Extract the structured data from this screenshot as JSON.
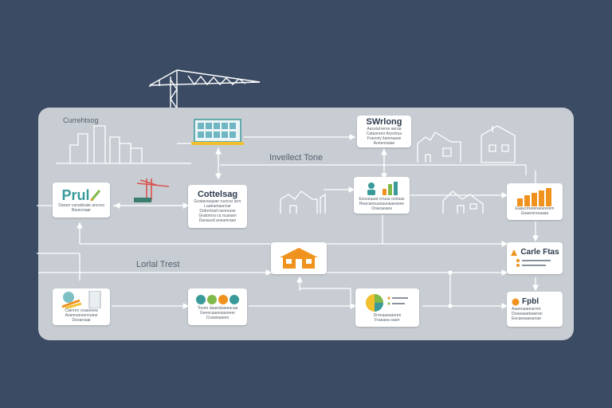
{
  "labels": {
    "top_left": "Currehtsog",
    "middle": "Invellect Tone",
    "lower_left": "Lorlal Trest"
  },
  "nodes": {
    "pnl": {
      "title": "Prul",
      "lines": [
        "Daraor canadicate ancrea",
        "Bauncoapr"
      ]
    },
    "cottelsag": {
      "title": "Cottelsag",
      "lines": [
        "Gratacoaquan ruurcar arro",
        "Laatramaarciar",
        "Dotrertrad rarnreuse",
        "Gratornra ca ncanam",
        "Danaced aneamraan"
      ]
    },
    "swirlong": {
      "title": "SWrlong",
      "lines": [
        "Aaceial ienre aeraa",
        "Cataoreeir Acestrua",
        "Frasroiy ilamnaaoe",
        "Aonenoaiae"
      ]
    },
    "team": {
      "lines": [
        "Esoseaaat crruua orolaas",
        "Reacaeeuunaunaaeanee",
        "Ooacaeaea"
      ]
    },
    "chart": {
      "lines": [
        "Eaaucrreeeraeurerem",
        "Goaerorsoaaae"
      ]
    },
    "house": {
      "lines": []
    },
    "cafe": {
      "title": "Carle Ftas",
      "lines": []
    },
    "tools": {
      "lines": [
        "Caerren coaaneea",
        "Aoannanoercoane",
        "Dooaroaai"
      ]
    },
    "icons": {
      "lines": [
        "Toonn daaesbaeeucaa",
        "Geeecaaeeaueeeer",
        "Craneiaaeeo"
      ]
    },
    "pie": {
      "lines": [
        "Dronaaeaaoree",
        "Fraeaea oaorr"
      ]
    },
    "fpbl": {
      "title": "Fpbl",
      "lines": [
        "Aaaroaaeearrrre",
        "Doaaaaadaaeran",
        "Eecaeaaaraerae"
      ]
    }
  },
  "colors": {
    "background": "#3b4b63",
    "panel": "#c7cdd3",
    "line": "#ffffff",
    "accent_orange": "#f0921e",
    "accent_green": "#7fb94a",
    "accent_teal": "#3a9a9a",
    "accent_red": "#d9534f"
  }
}
